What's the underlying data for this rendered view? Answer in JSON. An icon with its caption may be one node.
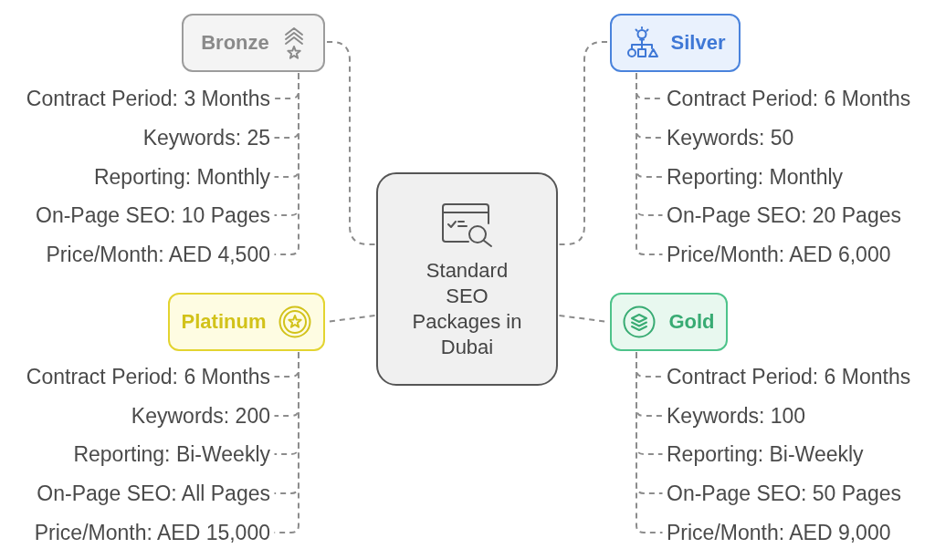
{
  "diagram": {
    "nodes": [
      {
        "text": [
          "Standard SEO Packages in Dubai"
        ]
      },
      {
        "text": [
          "Bronze"
        ]
      },
      {
        "text": [
          "Contract Period: 3 Months"
        ]
      },
      {
        "text": [
          "Keywords: 25"
        ]
      },
      {
        "text": [
          "Reporting: Monthly"
        ]
      },
      {
        "text": [
          "On-Page SEO: 10 Pages"
        ]
      },
      {
        "text": [
          "Price/Month: AED 4,500"
        ]
      },
      {
        "text": [
          "Silver"
        ]
      },
      {
        "text": [
          "Contract Period: 6 Months"
        ]
      },
      {
        "text": [
          "Keywords: 50"
        ]
      },
      {
        "text": [
          "Reporting: Monthly"
        ]
      },
      {
        "text": [
          "On-Page SEO: 20 Pages"
        ]
      },
      {
        "text": [
          "Price/Month: AED 6,000"
        ]
      },
      {
        "text": [
          "Platinum"
        ]
      },
      {
        "text": [
          "Contract Period: 6 Months"
        ]
      },
      {
        "text": [
          "Keywords: 200"
        ]
      },
      {
        "text": [
          "Reporting: Bi-Weekly"
        ]
      },
      {
        "text": [
          "On-Page SEO: All Pages"
        ]
      },
      {
        "text": [
          "Price/Month: AED 15,000"
        ]
      },
      {
        "text": [
          "Gold"
        ]
      },
      {
        "text": [
          "Contract Period: 6 Months"
        ]
      },
      {
        "text": [
          "Keywords: 100"
        ]
      },
      {
        "text": [
          "Reporting: Bi-Weekly"
        ]
      },
      {
        "text": [
          "On-Page SEO: 50 Pages"
        ]
      },
      {
        "text": [
          "Price/Month: AED 9,000"
        ]
      }
    ],
    "edges": [
      {
        "from": 0,
        "to": 1,
        "arrow": "none",
        "style": "dashed"
      },
      {
        "from": 0,
        "to": 7,
        "arrow": "none",
        "style": "dashed"
      },
      {
        "from": 0,
        "to": 13,
        "arrow": "none",
        "style": "dashed"
      },
      {
        "from": 0,
        "to": 19,
        "arrow": "none",
        "style": "dashed"
      },
      {
        "from": 1,
        "to": 2,
        "arrow": "none",
        "style": "dashed"
      },
      {
        "from": 1,
        "to": 3,
        "arrow": "none",
        "style": "dashed"
      },
      {
        "from": 1,
        "to": 4,
        "arrow": "none",
        "style": "dashed"
      },
      {
        "from": 1,
        "to": 5,
        "arrow": "none",
        "style": "dashed"
      },
      {
        "from": 1,
        "to": 6,
        "arrow": "none",
        "style": "dashed"
      },
      {
        "from": 7,
        "to": 8,
        "arrow": "none",
        "style": "dashed"
      },
      {
        "from": 7,
        "to": 9,
        "arrow": "none",
        "style": "dashed"
      },
      {
        "from": 7,
        "to": 10,
        "arrow": "none",
        "style": "dashed"
      },
      {
        "from": 7,
        "to": 11,
        "arrow": "none",
        "style": "dashed"
      },
      {
        "from": 7,
        "to": 12,
        "arrow": "none",
        "style": "dashed"
      },
      {
        "from": 13,
        "to": 14,
        "arrow": "none",
        "style": "dashed"
      },
      {
        "from": 13,
        "to": 15,
        "arrow": "none",
        "style": "dashed"
      },
      {
        "from": 13,
        "to": 16,
        "arrow": "none",
        "style": "dashed"
      },
      {
        "from": 13,
        "to": 17,
        "arrow": "none",
        "style": "dashed"
      },
      {
        "from": 13,
        "to": 18,
        "arrow": "none",
        "style": "dashed"
      },
      {
        "from": 19,
        "to": 20,
        "arrow": "none",
        "style": "dashed"
      },
      {
        "from": 19,
        "to": 21,
        "arrow": "none",
        "style": "dashed"
      },
      {
        "from": 19,
        "to": 22,
        "arrow": "none",
        "style": "dashed"
      },
      {
        "from": 19,
        "to": 23,
        "arrow": "none",
        "style": "dashed"
      },
      {
        "from": 19,
        "to": 24,
        "arrow": "none",
        "style": "dashed"
      }
    ]
  }
}
